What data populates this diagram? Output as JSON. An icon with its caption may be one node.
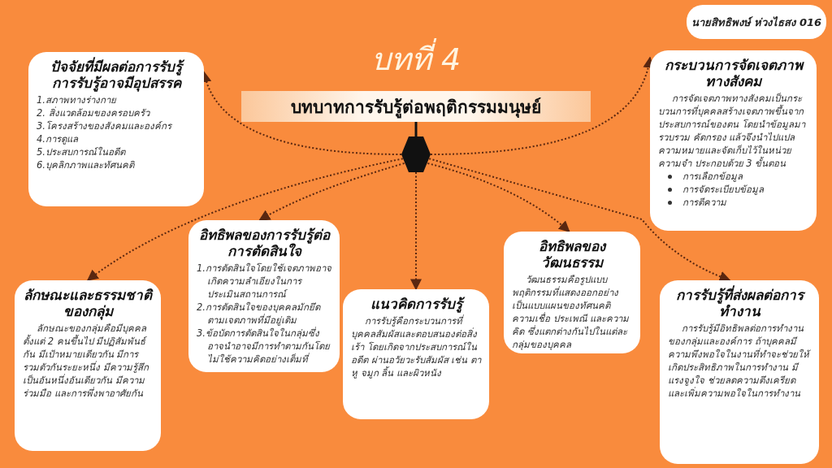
{
  "diagram": {
    "title": "บทที่ 4",
    "nodes": [
      {
        "text": [
          "นายสิทธิพงษ์ ห่วงไธสง 016"
        ]
      },
      {
        "text": [
          "บทบาทการรับรู้ต่อพฤติกรรมมนุษย์"
        ]
      },
      {
        "text": [],
        "shape": "hexagon"
      },
      {
        "text": [
          "ปัจจัยที่มีผลต่อการรับรู้ การรับรู้อาจมีอุปสรรค",
          "1.สภาพทางร่างกาย",
          "2. สิ่งแวดล้อมของครอบครัว",
          "3.โครงสร้างของสังคมและองค์กร",
          "4.การดูแล",
          "5.ประสบการณ์ในอดีต",
          "6.บุคลิกภาพและทัศนคติ"
        ]
      },
      {
        "text": [
          "กระบวนการจัดเจตภาพทางสังคม",
          "การจัดเจตภาพทางสังคมเป็นกระบวนการที่บุคคลสร้างเจตภาพขึ้นจากประสบการณ์ของตน โดยนำข้อมูลมารวบรวม คัดกรอง แล้วจึงนำไปแปลความหมายและจัดเก็บไว้ในหน่วยความจำ ประกอบด้วย 3 ขั้นตอน",
          "การเลือกข้อมูล",
          "การจัดระเบียบข้อมูล",
          "การตีความ"
        ]
      },
      {
        "text": [
          "อิทธิพลของการรับรู้ต่อการตัดสินใจ",
          "1.การตัดสินใจโดยใช้เจตภาพอาจเกิดความลำเอียงในการประเมินสถานการณ์",
          "2.การตัดสินใจของบุคคลมักยึดตามเจตภาพที่มีอยู่เดิม",
          "3.ข้อบัดการตัดสินใจในกลุ่มซึ่งอาจนำอาจมีการทำตามกันโดยไม่ใช้ความคิดอย่างเต็มที่"
        ]
      },
      {
        "text": [
          "อิทธิพลของวัฒนธรรม",
          "วัฒนธรรมคือรูปแบบพฤติกรรมที่แสดงออกอย่างเป็นแบบแผนของทัศนคติ ความเชื่อ ประเพณี และความคิด ซึ่งแตกต่างกันไปในแต่ละกลุ่มของบุคคล"
        ]
      },
      {
        "text": [
          "ลักษณะและธรรมชาติของกลุ่ม",
          "ลักษณะของกลุ่มคือมีบุคคลตั้งแต่ 2 คนขึ้นไป มีปฏิสัมพันธ์กัน มีเป้าหมายเดียวกัน มีการรวมตัวกันระยะหนึ่ง มีความรู้สึกเป็นอันหนึ่งอันเดียวกัน มีความร่วมมือ และการพึ่งพาอาศัยกัน"
        ]
      },
      {
        "text": [
          "แนวคิดการรับรู้",
          "การรับรู้คือกระบวนการที่บุคคลสัมผัสและตอบสนองต่อสิ่งเร้า โดยเกิดจากประสบการณ์ในอดีต ผ่านอวัยวะรับสัมผัส เช่น ตา หู จมูก ลิ้น และผิวหนัง"
        ]
      },
      {
        "text": [
          "การรับรู้ที่ส่งผลต่อการทำงาน",
          "การรับรู้มีอิทธิพลต่อการทำงานของกลุ่มและองค์การ ถ้าบุคคลมีความพึงพอใจในงานที่ทำจะช่วยให้เกิดประสิทธิภาพในการทำงาน มีแรงจูงใจ ช่วยลดความตึงเครียด และเพิ่มความพอใจในการทำงาน"
        ]
      }
    ],
    "edges": [
      {
        "from": 1,
        "to": 2,
        "arrow": "none"
      },
      {
        "from": 2,
        "to": 3,
        "arrow": "to",
        "style": "dashed"
      },
      {
        "from": 2,
        "to": 4,
        "arrow": "to",
        "style": "dashed"
      },
      {
        "from": 2,
        "to": 5,
        "arrow": "to",
        "style": "dashed"
      },
      {
        "from": 2,
        "to": 6,
        "arrow": "to",
        "style": "dashed"
      },
      {
        "from": 2,
        "to": 7,
        "arrow": "to",
        "style": "dashed"
      },
      {
        "from": 2,
        "to": 8,
        "arrow": "to",
        "style": "dashed"
      },
      {
        "from": 2,
        "to": 9,
        "arrow": "to",
        "style": "dashed"
      }
    ]
  }
}
